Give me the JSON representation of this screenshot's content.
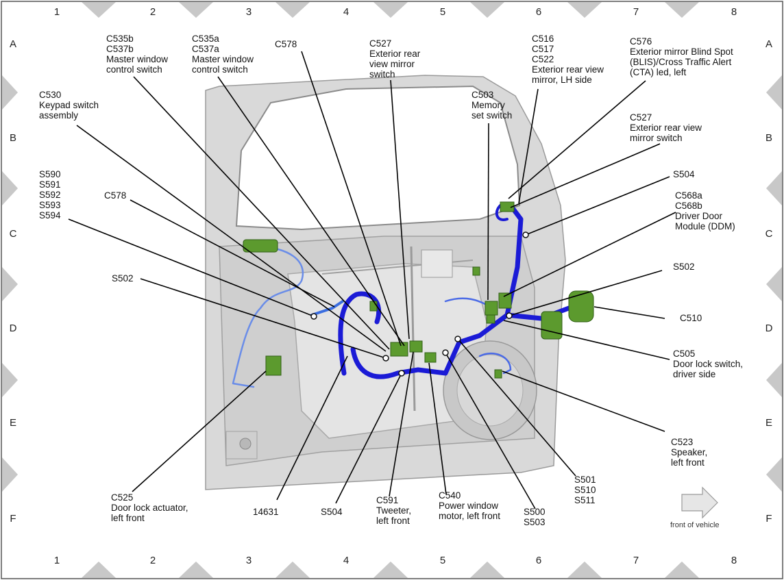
{
  "grid": {
    "columns": [
      "1",
      "2",
      "3",
      "4",
      "5",
      "6",
      "7",
      "8"
    ],
    "rows": [
      "A",
      "B",
      "C",
      "D",
      "E",
      "F"
    ]
  },
  "front_note": "front of vehicle",
  "callouts": [
    {
      "id": "c535b",
      "lines": [
        "C535b",
        "C537b",
        "Master window",
        "control switch"
      ]
    },
    {
      "id": "c535a",
      "lines": [
        "C535a",
        "C537a",
        "Master window",
        "control switch"
      ]
    },
    {
      "id": "c578-top",
      "lines": [
        "C578"
      ]
    },
    {
      "id": "c527-top",
      "lines": [
        "C527",
        "Exterior rear",
        "view mirror",
        "switch"
      ]
    },
    {
      "id": "c516",
      "lines": [
        "C516",
        "C517",
        "C522",
        "Exterior rear view",
        "mirror, LH side"
      ]
    },
    {
      "id": "c576",
      "lines": [
        "C576",
        "Exterior mirror Blind Spot",
        "(BLIS)/Cross Traffic Alert",
        "(CTA) led, left"
      ]
    },
    {
      "id": "c503",
      "lines": [
        "C503",
        "Memory",
        "set switch"
      ]
    },
    {
      "id": "c530",
      "lines": [
        "C530",
        "Keypad switch",
        "assembly"
      ]
    },
    {
      "id": "c527-right",
      "lines": [
        "C527",
        "Exterior rear view",
        "mirror switch"
      ]
    },
    {
      "id": "s590",
      "lines": [
        "S590",
        "S591",
        "S592",
        "S593",
        "S594"
      ]
    },
    {
      "id": "c578-left",
      "lines": [
        "C578"
      ]
    },
    {
      "id": "s504-right",
      "lines": [
        "S504"
      ]
    },
    {
      "id": "c568",
      "lines": [
        "C568a",
        "C568b",
        "Driver Door",
        "Module (DDM)"
      ]
    },
    {
      "id": "s502-left",
      "lines": [
        "S502"
      ]
    },
    {
      "id": "s502-right",
      "lines": [
        "S502"
      ]
    },
    {
      "id": "c510",
      "lines": [
        "C510"
      ]
    },
    {
      "id": "c505",
      "lines": [
        "C505",
        "Door lock switch,",
        "driver side"
      ]
    },
    {
      "id": "c523",
      "lines": [
        "C523",
        "Speaker,",
        "left front"
      ]
    },
    {
      "id": "s501",
      "lines": [
        "S501",
        "S510",
        "S511"
      ]
    },
    {
      "id": "c525",
      "lines": [
        "C525",
        "Door lock actuator,",
        "left front"
      ]
    },
    {
      "id": "n14631",
      "lines": [
        "14631"
      ]
    },
    {
      "id": "s504-bottom",
      "lines": [
        "S504"
      ]
    },
    {
      "id": "c591",
      "lines": [
        "C591",
        "Tweeter,",
        "left front"
      ]
    },
    {
      "id": "c540",
      "lines": [
        "C540",
        "Power window",
        "motor, left front"
      ]
    },
    {
      "id": "s500",
      "lines": [
        "S500",
        "S503"
      ]
    }
  ]
}
